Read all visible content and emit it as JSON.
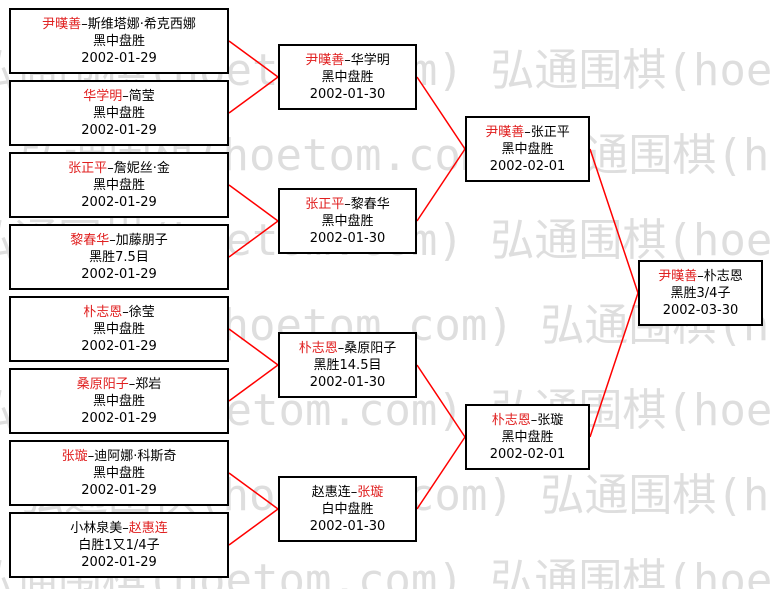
{
  "watermark_text": "弘通围棋(hoetom.com)",
  "colors": {
    "winner": "#e02020",
    "line": "#ff0000",
    "border": "#000000",
    "watermark": "#dedede"
  },
  "rounds": [
    [
      {
        "p1": "尹暵善",
        "p2": "斯维塔娜·希克西娜",
        "winner": 1,
        "result": "黑中盘胜",
        "date": "2002-01-29"
      },
      {
        "p1": "华学明",
        "p2": "简莹",
        "winner": 1,
        "result": "黑中盘胜",
        "date": "2002-01-29"
      },
      {
        "p1": "张正平",
        "p2": "詹妮丝·金",
        "winner": 1,
        "result": "黑中盘胜",
        "date": "2002-01-29"
      },
      {
        "p1": "黎春华",
        "p2": "加藤朋子",
        "winner": 1,
        "result": "黑胜7.5目",
        "date": "2002-01-29"
      },
      {
        "p1": "朴志恩",
        "p2": "徐莹",
        "winner": 1,
        "result": "黑中盘胜",
        "date": "2002-01-29"
      },
      {
        "p1": "桑原阳子",
        "p2": "郑岩",
        "winner": 1,
        "result": "黑中盘胜",
        "date": "2002-01-29"
      },
      {
        "p1": "张璇",
        "p2": "迪阿娜·科斯奇",
        "winner": 1,
        "result": "黑中盘胜",
        "date": "2002-01-29"
      },
      {
        "p1": "小林泉美",
        "p2": "赵惠连",
        "winner": 2,
        "result": "白胜1又1/4子",
        "date": "2002-01-29"
      }
    ],
    [
      {
        "p1": "尹暵善",
        "p2": "华学明",
        "winner": 1,
        "result": "黑中盘胜",
        "date": "2002-01-30"
      },
      {
        "p1": "张正平",
        "p2": "黎春华",
        "winner": 1,
        "result": "黑中盘胜",
        "date": "2002-01-30"
      },
      {
        "p1": "朴志恩",
        "p2": "桑原阳子",
        "winner": 1,
        "result": "黑胜14.5目",
        "date": "2002-01-30"
      },
      {
        "p1": "赵惠连",
        "p2": "张璇",
        "winner": 2,
        "result": "白中盘胜",
        "date": "2002-01-30"
      }
    ],
    [
      {
        "p1": "尹暵善",
        "p2": "张正平",
        "winner": 1,
        "result": "黑中盘胜",
        "date": "2002-02-01"
      },
      {
        "p1": "朴志恩",
        "p2": "张璇",
        "winner": 1,
        "result": "黑中盘胜",
        "date": "2002-02-01"
      }
    ],
    [
      {
        "p1": "尹暵善",
        "p2": "朴志恩",
        "winner": 1,
        "result": "黑胜3/4子",
        "date": "2002-03-30"
      }
    ]
  ]
}
